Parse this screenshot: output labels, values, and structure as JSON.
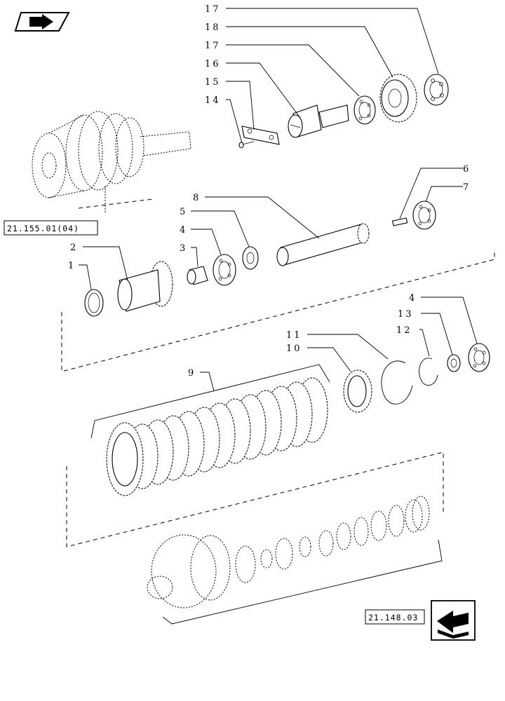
{
  "callouts": [
    "17",
    "18",
    "17",
    "16",
    "15",
    "14",
    "6",
    "7",
    "8",
    "5",
    "4",
    "3",
    "2",
    "1",
    "4",
    "13",
    "12",
    "11",
    "10",
    "9"
  ],
  "references": {
    "upper_assembly": "21.155.01(04)",
    "lower_assembly": "21.148.03"
  },
  "icons": {
    "top_left": "book-arrow-icon",
    "bottom_right": "next-page-arrow-icon"
  }
}
